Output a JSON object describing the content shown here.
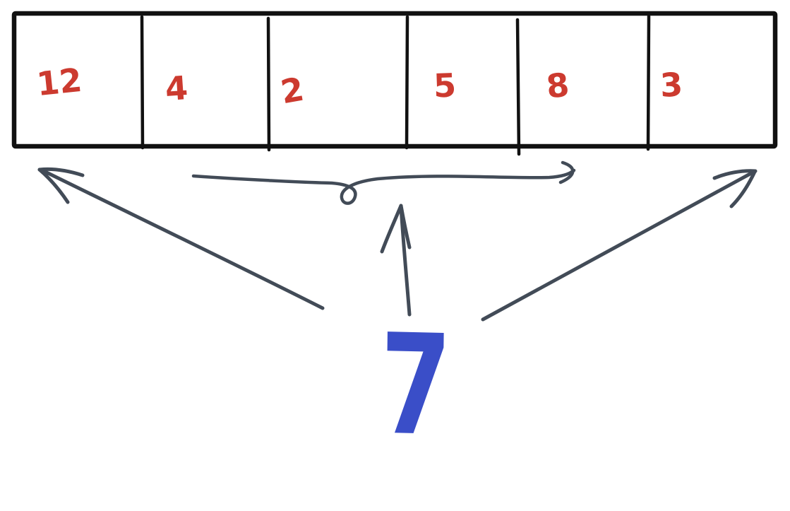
{
  "array": {
    "cells": [
      {
        "value": "12"
      },
      {
        "value": "4"
      },
      {
        "value": "2"
      },
      {
        "value": "5"
      },
      {
        "value": "8"
      },
      {
        "value": "3"
      }
    ]
  },
  "pointer": {
    "value": "7"
  },
  "shapes": {
    "left_arrow": "arrow-to-left-end-icon",
    "middle_arrow": "arrow-to-middle-icon",
    "right_arrow": "arrow-to-right-end-icon",
    "range_squiggle": "range-squiggle-arrow-icon"
  },
  "colors": {
    "cell_value": "#CC3A2F",
    "pointer_value": "#3A4EC8",
    "arrow_stroke": "#424B57",
    "grid_stroke": "#111111",
    "background": "#FFFFFF"
  }
}
